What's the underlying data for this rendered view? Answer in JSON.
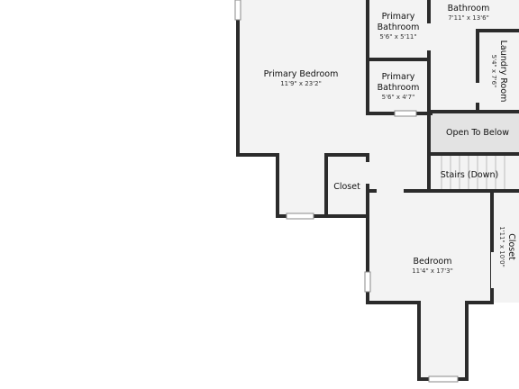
{
  "rooms": {
    "primary_bedroom": {
      "name": "Primary Bedroom",
      "dims": "11'9\" x 23'2\""
    },
    "primary_bath_1": {
      "name1": "Primary",
      "name2": "Bathroom",
      "dims": "5'6\" x 5'11\""
    },
    "primary_bath_2": {
      "name1": "Primary",
      "name2": "Bathroom",
      "dims": "5'6\" x 4'7\""
    },
    "bathroom": {
      "name": "Bathroom",
      "dims": "7'11\" x 13'6\""
    },
    "laundry_room": {
      "name": "Laundry Room",
      "dims": "5'4\" x 7'6\""
    },
    "open_to_below": {
      "name": "Open To Below"
    },
    "stairs": {
      "name": "Stairs (Down)"
    },
    "closet_left": {
      "name": "Closet"
    },
    "bedroom": {
      "name": "Bedroom",
      "dims": "11'4\" x 17'3\""
    },
    "closet_right": {
      "name": "Closet",
      "dims": "1'11\" x 10'0\""
    }
  },
  "colors": {
    "wall": "#2b2b2b",
    "floor": "#f3f3f3",
    "open_area": "#e3e3e3",
    "window": "#c9c9c9",
    "background": "#ffffff"
  }
}
